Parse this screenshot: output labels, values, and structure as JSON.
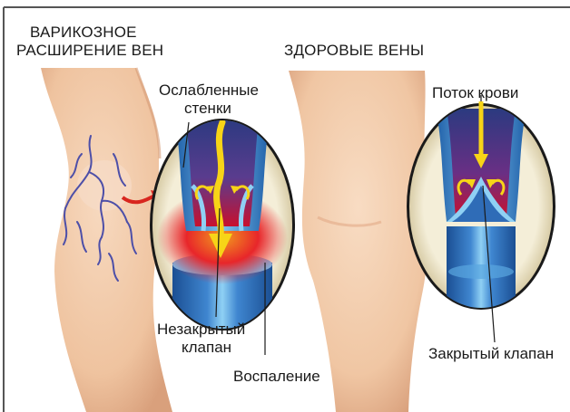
{
  "titles": {
    "varicose_line1": "ВАРИКОЗНОЕ",
    "varicose_line2": "РАСШИРЕНИЕ ВЕН",
    "healthy": "ЗДОРОВЫЕ ВЕНЫ"
  },
  "labels": {
    "weakened_walls_line1": "Ослабленные",
    "weakened_walls_line2": "стенки",
    "open_valve_line1": "Незакрытый",
    "open_valve_line2": "клапан",
    "inflammation": "Воспаление",
    "blood_flow": "Поток крови",
    "closed_valve": "Закрытый клапан"
  },
  "colors": {
    "skin": "#f1c9a8",
    "skin_shadow": "#d9a07c",
    "vein_blue": "#3a57b0",
    "vein_dark": "#22306e",
    "blood_red": "#c8102e",
    "inflammation": "#e8262a",
    "arrow_yellow": "#f7d417",
    "background": "#ffffff"
  }
}
